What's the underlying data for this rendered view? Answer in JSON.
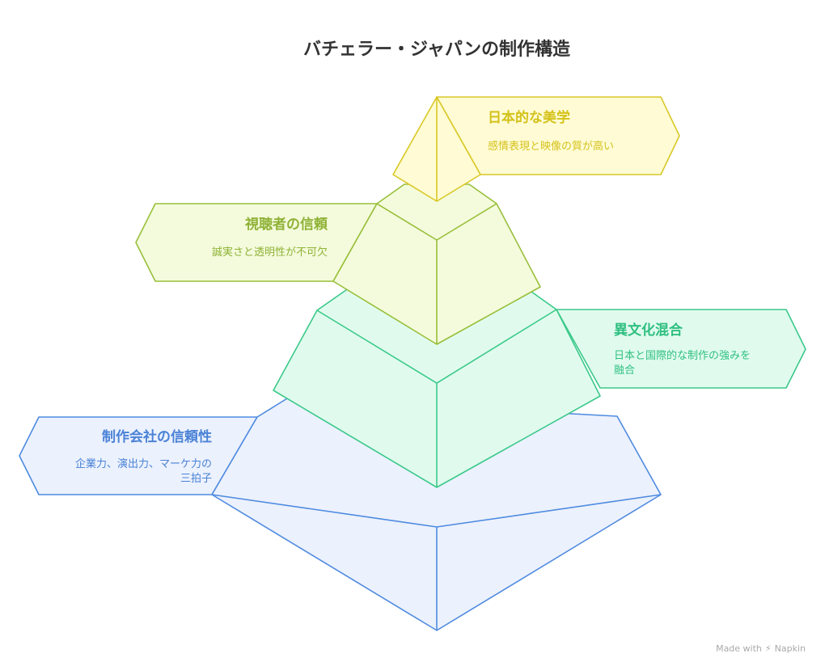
{
  "title": "バチェラー・ジャパンの制作構造",
  "colors": {
    "yellow": {
      "stroke": "#d9c826",
      "fill": "#fffbd4",
      "text": "#d4c21a"
    },
    "lime": {
      "stroke": "#98bf3a",
      "fill": "#f4fbdc",
      "text": "#8fb236"
    },
    "green": {
      "stroke": "#3cc98a",
      "fill": "#e0fbee",
      "text": "#2fbf80"
    },
    "blue": {
      "stroke": "#4f8be0",
      "fill": "#ebf1fd",
      "text": "#4a82d6"
    }
  },
  "levels": [
    {
      "id": "aesthetics",
      "title": "日本的な美学",
      "desc": [
        "感情表現と映像の質が高い"
      ]
    },
    {
      "id": "viewer-trust",
      "title": "視聴者の信頼",
      "desc": [
        "誠実さと透明性が不可欠"
      ]
    },
    {
      "id": "cross-culture",
      "title": "異文化混合",
      "desc": [
        "日本と国際的な制作の強みを",
        "融合"
      ]
    },
    {
      "id": "company-trust",
      "title": "制作会社の信頼性",
      "desc": [
        "企業力、演出力、マーケ力の",
        "三拍子"
      ]
    }
  ],
  "watermark": {
    "prefix": "Made with",
    "brand": "Napkin"
  }
}
